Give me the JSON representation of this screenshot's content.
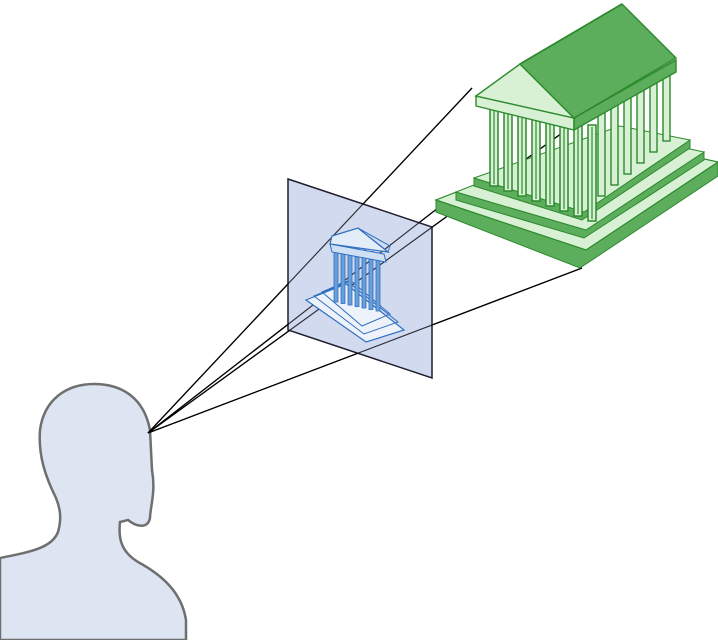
{
  "colors": {
    "background": "#ffffff",
    "viewer_fill": "#dde4f2",
    "viewer_stroke": "#6f6f6f",
    "plane_fill": "#c9d4ec",
    "plane_stroke": "#1f1f2f",
    "small_temple_stroke": "#2f6fc0",
    "small_temple_fill": "#6a9fd8",
    "temple_fill": "#5cae5c",
    "temple_light": "#d8f0d4",
    "temple_stroke": "#2d8a2d",
    "sight_line": "#000000"
  },
  "icons": {
    "viewer": "person-silhouette",
    "plane": "projection-plane",
    "small_temple": "projected-temple-image",
    "temple": "classical-temple"
  }
}
